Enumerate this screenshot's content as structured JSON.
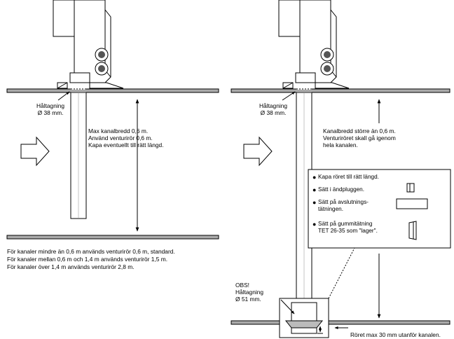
{
  "left_panel": {
    "hole_label": [
      "Håltagning",
      "Ø 38 mm."
    ],
    "spec_lines": [
      "Max kanalbredd 0,6 m.",
      "Använd venturirör 0,6 m.",
      "Kapa eventuellt till rätt längd."
    ],
    "notes": [
      "För kanaler mindre än 0,6 m används venturirör 0,6 m, standard.",
      "För kanaler mellan 0,6 m och 1,4 m används venturirör 1,5 m.",
      "För kanaler över 1,4 m används venturirör 2,8 m."
    ]
  },
  "right_panel": {
    "hole_label": [
      "Håltagning",
      "Ø 38 mm."
    ],
    "spec_lines": [
      "Kanalbredd större än 0,6 m.",
      "Venturiröret skall gå igenom",
      "hela kanalen."
    ],
    "obs_lines": [
      "OBS!",
      "Håltagning",
      "Ø 51 mm."
    ],
    "steps": [
      {
        "lines": [
          "Kapa röret till rätt längd."
        ]
      },
      {
        "lines": [
          "Sätt i ändpluggen."
        ]
      },
      {
        "lines": [
          "Sätt på avslutnings-",
          "tätningen."
        ]
      },
      {
        "lines": [
          "Sätt på gummitätning",
          "TET 26-35 som \"lager\"."
        ]
      }
    ],
    "bottom_note": "Röret max 30 mm utanför kanalen."
  }
}
